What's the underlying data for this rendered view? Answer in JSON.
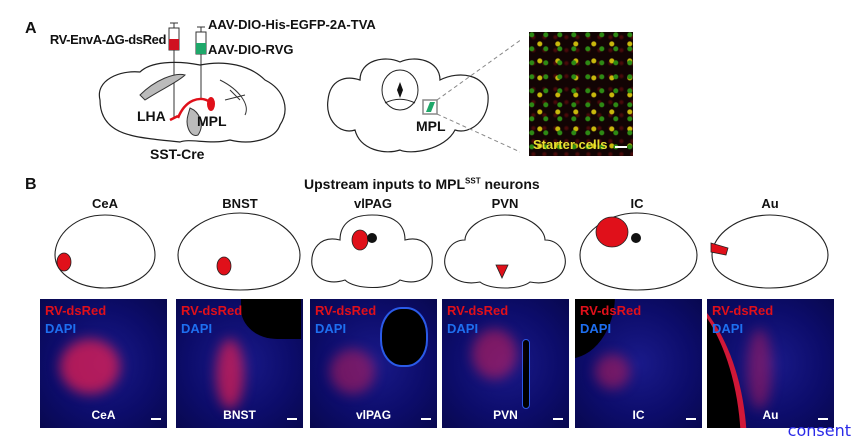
{
  "panel_a": {
    "label": "A",
    "virus_red": "RV-EnvA-ΔG-dsRed",
    "virus_green_1": "AAV-DIO-His-EGFP-2A-TVA",
    "virus_green_2": "AAV-DIO-RVG",
    "region_lha": "LHA",
    "region_mpl": "MPL",
    "mouse_line": "SST-Cre",
    "coronal_mpl": "MPL",
    "inset_label": "Starter cells"
  },
  "panel_b": {
    "label": "B",
    "title": "Upstream inputs to MPL",
    "title_sup": "SST",
    "title_suffix": " neurons",
    "stain_red": "RV-dsRed",
    "stain_blue": "DAPI",
    "regions": [
      "CeA",
      "BNST",
      "vlPAG",
      "PVN",
      "IC",
      "Au"
    ]
  },
  "colors": {
    "red": "#e0101a",
    "green": "#1fa86a",
    "dapi": "#1e6ff0"
  },
  "footer": {
    "consent": "consent"
  }
}
